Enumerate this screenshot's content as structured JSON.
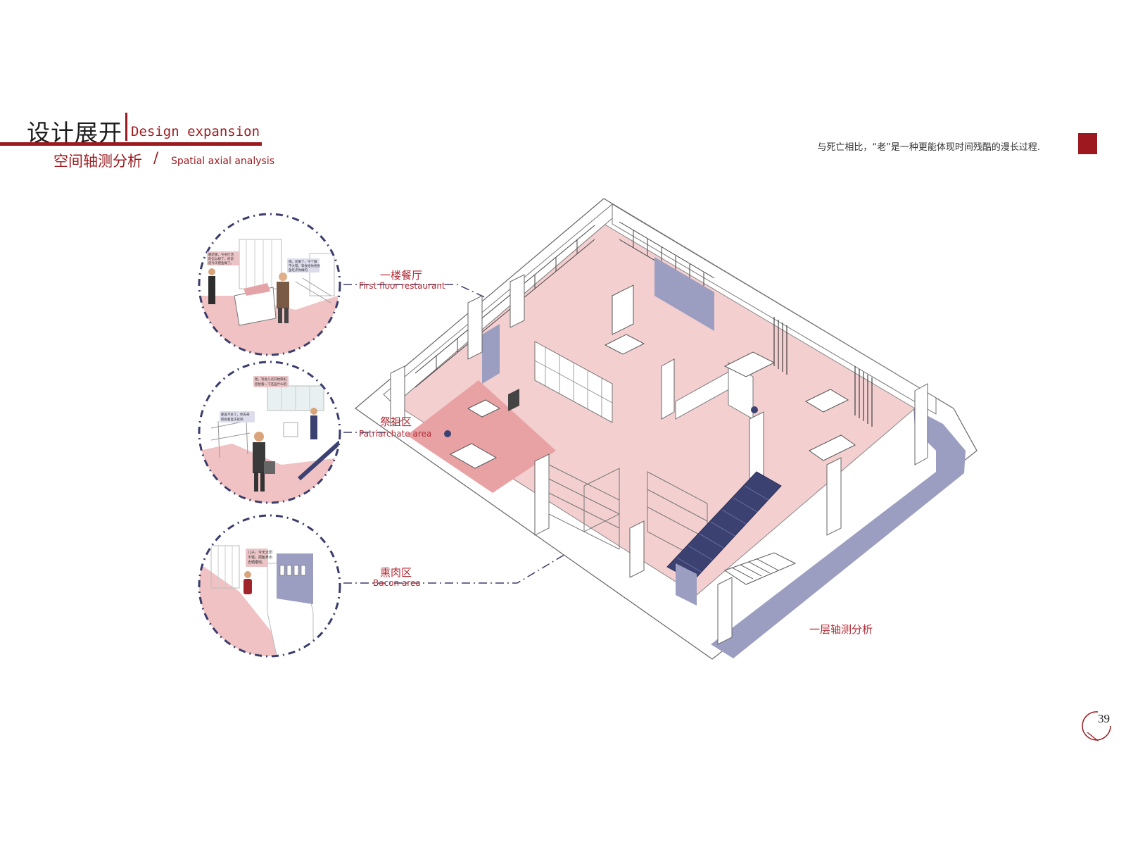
{
  "header": {
    "title_cn": "设计展开",
    "title_en": "Design expansion",
    "subtitle_cn": "空间轴测分析",
    "subtitle_slash": "/",
    "subtitle_en": "Spatial axial analysis",
    "quote": "与死亡相比，“老”是一种更能体现时间残酷的漫长过程."
  },
  "zones": [
    {
      "name_cn": "一楼餐厅",
      "name_en": "First floor restaurant"
    },
    {
      "name_cn": "祭祖区",
      "name_en": "Patriarchate area"
    },
    {
      "name_cn": "熏肉区",
      "name_en": "Bacon area"
    }
  ],
  "bubbles": {
    "restaurant_left": [
      "靓老爹，今天忙活",
      "的怎么样了，听说",
      "您今天把鱼做了。"
    ],
    "restaurant_right": [
      "嗨，您来了，今个做",
      "不大错，等会给你尝尝",
      "鱼吃点你做的"
    ],
    "patriarch_top": [
      "爸，等会儿点开始祭祀",
      "您给看一下还差什么吧"
    ],
    "patriarch_left": [
      "都差不多了，你去来",
      "把再看盒子就吧"
    ],
    "bacon": [
      "儿子，今天太阳",
      "不错，把鱼拿出",
      "去晒晒吧。"
    ]
  },
  "caption": "一层轴测分析",
  "page_number": "39",
  "colors": {
    "accent": "#9c1a1f",
    "label_red": "#b22a34",
    "floor_pink": "#f3cfd0",
    "floor_deep": "#e8a2a4",
    "wall_navy": "#9b9ec0",
    "stair_navy": "#3b4272",
    "dash_navy": "#3a3d6b"
  }
}
